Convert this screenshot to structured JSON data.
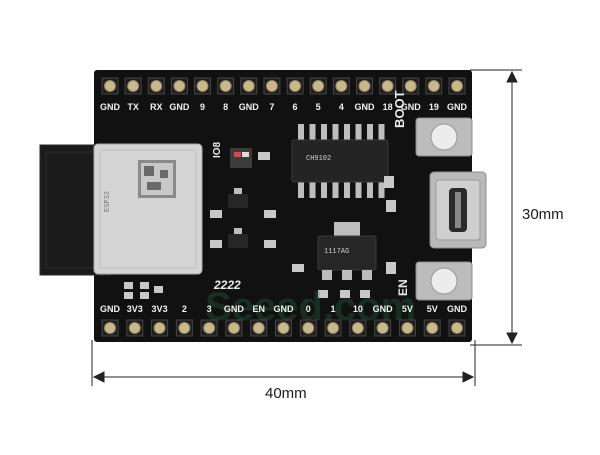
{
  "board": {
    "top_pins": [
      "GND",
      "TX",
      "RX",
      "GND",
      "9",
      "8",
      "GND",
      "7",
      "6",
      "5",
      "4",
      "GND",
      "18",
      "GND",
      "19",
      "GND"
    ],
    "bottom_pins": [
      "GND",
      "3V3",
      "3V3",
      "2",
      "3",
      "GND",
      "EN",
      "GND",
      "0",
      "1",
      "10",
      "GND",
      "5V",
      "5V",
      "GND"
    ],
    "boot_label": "BOOT",
    "en_label": "EN",
    "io8_label": "IO8",
    "silk_2222": "2222",
    "main_chip_text": "CH9102",
    "regulator_text": "1117AG",
    "module_text": "ESP32"
  },
  "dimensions": {
    "height_label": "30mm",
    "width_label": "40mm"
  },
  "watermark": "Seeed.com",
  "colors": {
    "pcb": "#111111",
    "pin_gold": "#c9b98a",
    "button_cap": "#ececec",
    "module_shield": "#d4d4d4",
    "usb_metal": "#b9b9b9"
  }
}
